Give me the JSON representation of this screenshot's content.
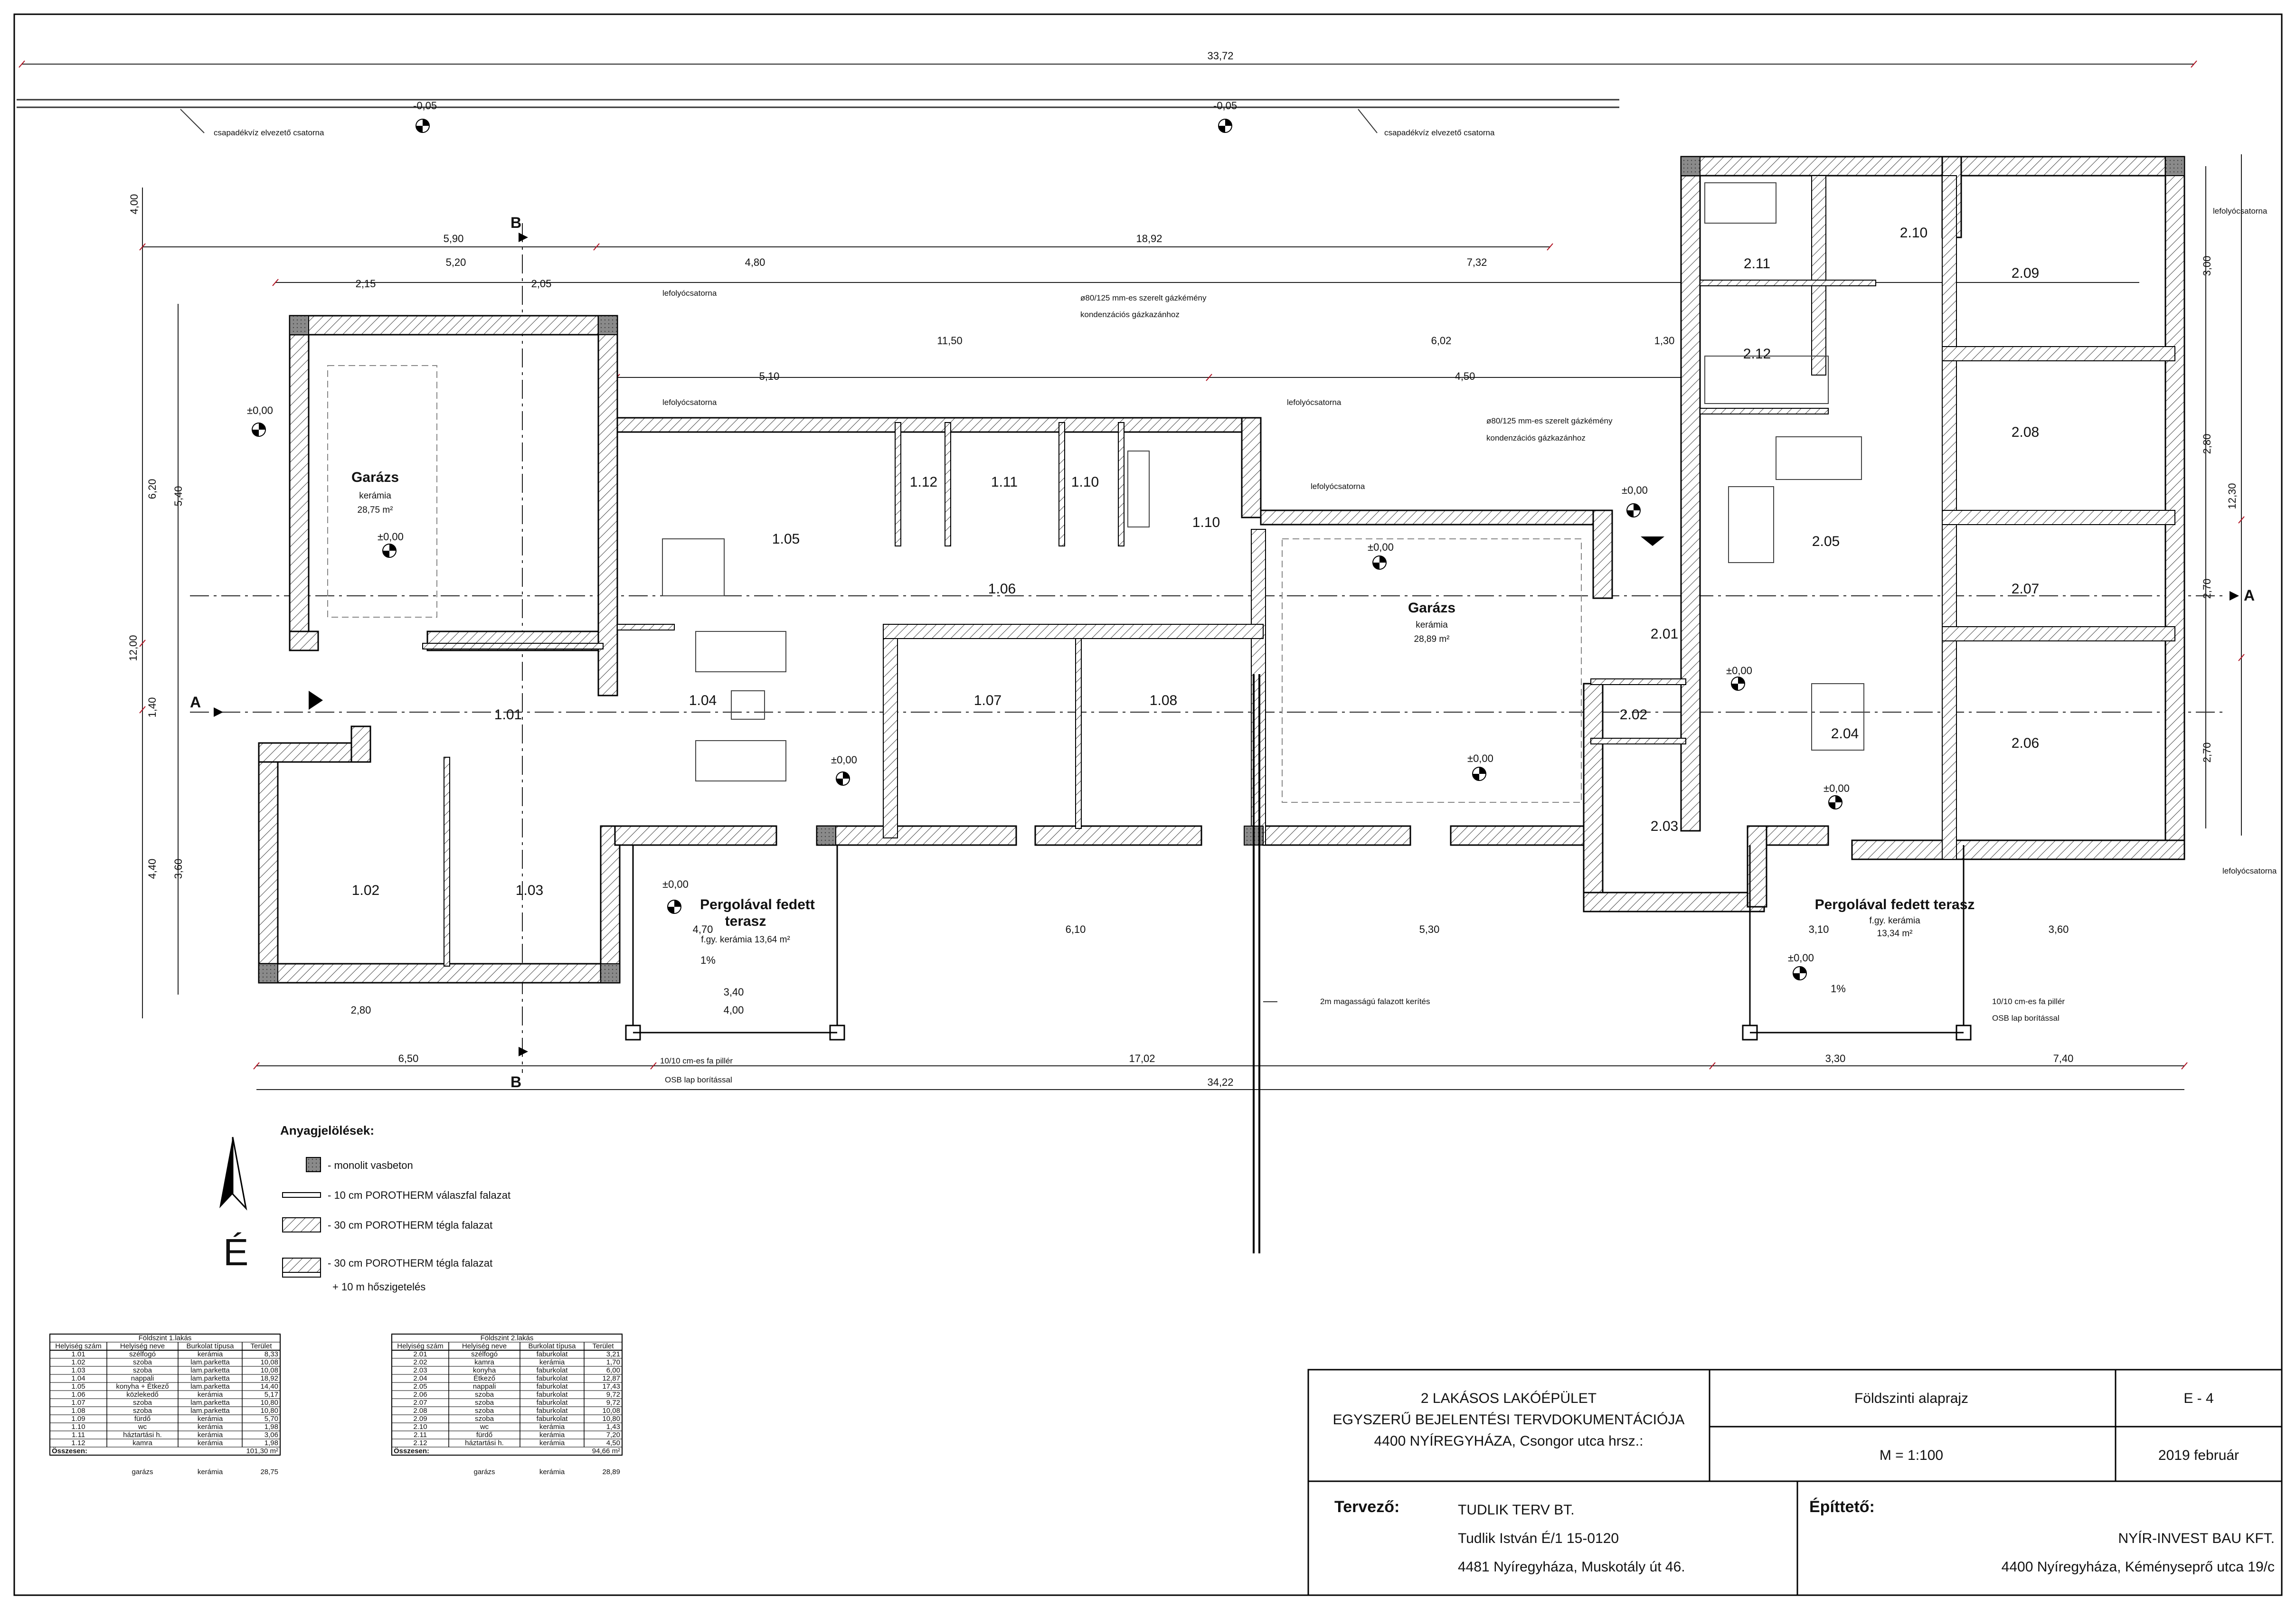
{
  "drawing": {
    "overall_width_top": "33,72",
    "overall_width_bottom": "34,22",
    "overall_height_left": "12,00",
    "overall_height_right": "12,30",
    "levels": [
      "-0,05",
      "-0,05",
      "±0,00"
    ],
    "section_a": "A",
    "section_b": "B",
    "north_label": "É",
    "gutter_label": "csapadékvíz elvezető csatorna",
    "downpipe_label": "lefolyócsatorna",
    "chimney_label_1": "ø80/125 mm-es szerelt gázkémény",
    "chimney_label_2": "kondenzációs gázkazánhoz",
    "fence_label": "2m magasságú falazott kerítés",
    "pillar_label_1": "10/10 cm-es fa pillér",
    "pillar_label_2": "OSB lap borítással",
    "slope": "1%",
    "top_dims": [
      "5,90",
      "18,92",
      "5,20",
      "4,80",
      "7,32",
      "2,15",
      "2,05",
      "11,50",
      "6,02",
      "5,10",
      "4,50",
      "1,30"
    ],
    "bottom_dims": [
      "6,50",
      "17,02",
      "3,30",
      "7,40",
      "2,80",
      "4,00",
      "3,40",
      "4,70",
      "6,10",
      "5,30",
      "3,10",
      "3,60"
    ],
    "left_dims": [
      "4,00",
      "6,20",
      "5,40",
      "1,40",
      "4,40",
      "3,60"
    ],
    "right_dims": [
      "3,00",
      "2,80",
      "2,70",
      "2,70"
    ]
  },
  "rooms": [
    {
      "num": "Garázs",
      "finish": "kerámia",
      "area": "28,75 m²",
      "bold": true
    },
    {
      "num": "Garázs",
      "finish": "kerámia",
      "area": "28,89 m²",
      "bold": true
    },
    {
      "num": "Pergolával fedett",
      "finish": "terasz",
      "area": "f.gy. kerámia 13,64 m²",
      "bold": true
    },
    {
      "num": "Pergolával fedett terasz",
      "finish": "f.gy. kerámia",
      "area": "13,34 m²",
      "bold": true
    },
    {
      "num": "1.01"
    },
    {
      "num": "1.02"
    },
    {
      "num": "1.03"
    },
    {
      "num": "1.04"
    },
    {
      "num": "1.05"
    },
    {
      "num": "1.06"
    },
    {
      "num": "1.07"
    },
    {
      "num": "1.08"
    },
    {
      "num": "1.10"
    },
    {
      "num": "1.10"
    },
    {
      "num": "1.11"
    },
    {
      "num": "1.12"
    },
    {
      "num": "2.01"
    },
    {
      "num": "2.02"
    },
    {
      "num": "2.03"
    },
    {
      "num": "2.04"
    },
    {
      "num": "2.05"
    },
    {
      "num": "2.06"
    },
    {
      "num": "2.07"
    },
    {
      "num": "2.08"
    },
    {
      "num": "2.09"
    },
    {
      "num": "2.10"
    },
    {
      "num": "2.11"
    },
    {
      "num": "2.12"
    }
  ],
  "legend": {
    "title": "Anyagjelölések:",
    "items": [
      "- monolit vasbeton",
      "- 10 cm POROTHERM válaszfal falazat",
      "- 30 cm POROTHERM tégla falazat",
      "- 30 cm POROTHERM tégla falazat",
      "+ 10 m hőszigetelés"
    ]
  },
  "tables": [
    {
      "title": "Földszint 1.lakás",
      "headers": [
        "Helyiség szám",
        "Helyiség neve",
        "Burkolat típusa",
        "Terület"
      ],
      "rows": [
        [
          "1.01",
          "szélfogó",
          "kerámia",
          "8,33"
        ],
        [
          "1.02",
          "szoba",
          "lam.parketta",
          "10,08"
        ],
        [
          "1.03",
          "szoba",
          "lam.parketta",
          "10,08"
        ],
        [
          "1.04",
          "nappali",
          "lam.parketta",
          "18,92"
        ],
        [
          "1.05",
          "konyha + Étkező",
          "lam.parketta",
          "14,40"
        ],
        [
          "1.06",
          "közlekedő",
          "kerámia",
          "5,17"
        ],
        [
          "1.07",
          "szoba",
          "lam.parketta",
          "10,80"
        ],
        [
          "1.08",
          "szoba",
          "lam.parketta",
          "10,80"
        ],
        [
          "1.09",
          "fürdő",
          "kerámia",
          "5,70"
        ],
        [
          "1.10",
          "wc",
          "kerámia",
          "1,98"
        ],
        [
          "1.11",
          "háztartási h.",
          "kerámia",
          "3,06"
        ],
        [
          "1.12",
          "kamra",
          "kerámia",
          "1,98"
        ]
      ],
      "total_label": "Összesen:",
      "total": "101,30 m²",
      "garage": [
        "garázs",
        "kerámia",
        "28,75"
      ]
    },
    {
      "title": "Földszint 2.lakás",
      "headers": [
        "Helyiség szám",
        "Helyiség neve",
        "Burkolat típusa",
        "Terület"
      ],
      "rows": [
        [
          "2.01",
          "szélfogó",
          "faburkolat",
          "3,21"
        ],
        [
          "2.02",
          "kamra",
          "kerámia",
          "1,70"
        ],
        [
          "2.03",
          "konyha",
          "faburkolat",
          "6,00"
        ],
        [
          "2.04",
          "Étkező",
          "faburkolat",
          "12,87"
        ],
        [
          "2.05",
          "nappali",
          "faburkolat",
          "17,43"
        ],
        [
          "2.06",
          "szoba",
          "faburkolat",
          "9,72"
        ],
        [
          "2.07",
          "szoba",
          "faburkolat",
          "9,72"
        ],
        [
          "2.08",
          "szoba",
          "faburkolat",
          "10,08"
        ],
        [
          "2.09",
          "szoba",
          "faburkolat",
          "10,80"
        ],
        [
          "2.10",
          "wc",
          "kerámia",
          "1,43"
        ],
        [
          "2.11",
          "fürdő",
          "kerámia",
          "7,20"
        ],
        [
          "2.12",
          "háztartási h.",
          "kerámia",
          "4,50"
        ]
      ],
      "total_label": "Összesen:",
      "total": "94,66 m²",
      "garage": [
        "garázs",
        "kerámia",
        "28,89"
      ]
    }
  ],
  "titleblock": {
    "project_1": "2 LAKÁSOS LAKÓÉPÜLET",
    "project_2": "EGYSZERŰ BEJELENTÉSI TERVDOKUMENTÁCIÓJA",
    "project_3": "4400 NYÍREGYHÁZA, Csongor utca hrsz.:",
    "sheet_title": "Földszinti alaprajz",
    "sheet_no": "E - 4",
    "scale": "M = 1:100",
    "date": "2019 február",
    "designer_label": "Tervező:",
    "designer_1": "TUDLIK TERV BT.",
    "designer_2": "Tudlik István É/1 15-0120",
    "designer_3": "4481 Nyíregyháza, Muskotály út 46.",
    "builder_label": "Építtető:",
    "builder_1": "NYÍR-INVEST BAU KFT.",
    "builder_2": "4400 Nyíregyháza, Kéményseprő utca 19/c"
  }
}
